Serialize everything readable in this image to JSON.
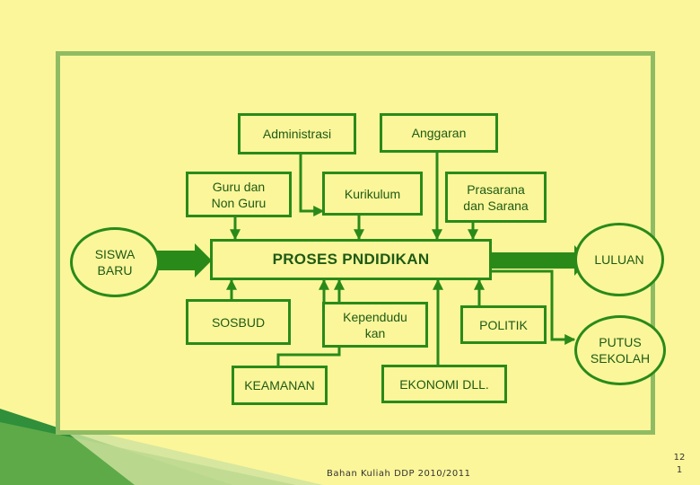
{
  "diagram": {
    "administrasi": "Administrasi",
    "anggaran": "Anggaran",
    "guru": "Guru dan\nNon Guru",
    "kurikulum": "Kurikulum",
    "prasarana": "Prasarana\ndan Sarana",
    "siswa_baru": "SISWA\nBARU",
    "proses": "PROSES PNDIDIKAN",
    "luluan": "LULUAN",
    "sosbud": "SOSBUD",
    "kependudukan": "Kependudu\nkan",
    "politik": "POLITIK",
    "putus_sekolah": "PUTUS\nSEKOLAH",
    "keamanan": "KEAMANAN",
    "ekonomi": "EKONOMI DLL."
  },
  "footer": "Bahan Kuliah DDP 2010/2011",
  "page_number": "12\n1",
  "colors": {
    "background": "#fbf69a",
    "frame_border": "#8fbc63",
    "box_border": "#2a8a19",
    "arrow": "#2a8a19",
    "text": "#1f5a14"
  }
}
